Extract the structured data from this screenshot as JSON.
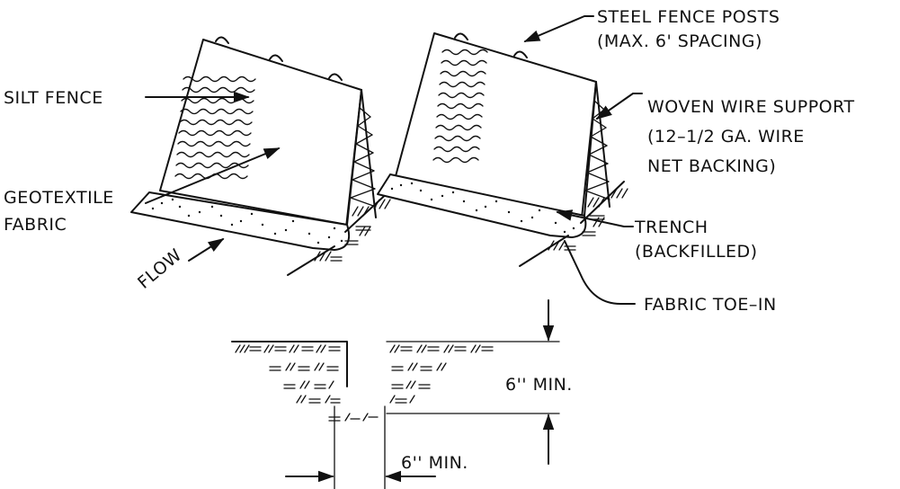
{
  "labels": {
    "steel_posts_1": "STEEL FENCE POSTS",
    "steel_posts_2": "(MAX. 6' SPACING)",
    "silt_fence": "SILT FENCE",
    "woven_1": "WOVEN WIRE SUPPORT",
    "woven_2": "(12–1/2 GA. WIRE",
    "woven_3": "NET BACKING)",
    "geotextile_1": "GEOTEXTILE",
    "geotextile_2": "FABRIC",
    "trench_1": "TRENCH",
    "trench_2": "(BACKFILLED)",
    "flow": "FLOW",
    "toe_in": "FABRIC TOE–IN",
    "depth_dim": "6'' MIN.",
    "width_dim": "6'' MIN."
  },
  "colors": {
    "ink": "#111111",
    "paper": "#ffffff"
  }
}
